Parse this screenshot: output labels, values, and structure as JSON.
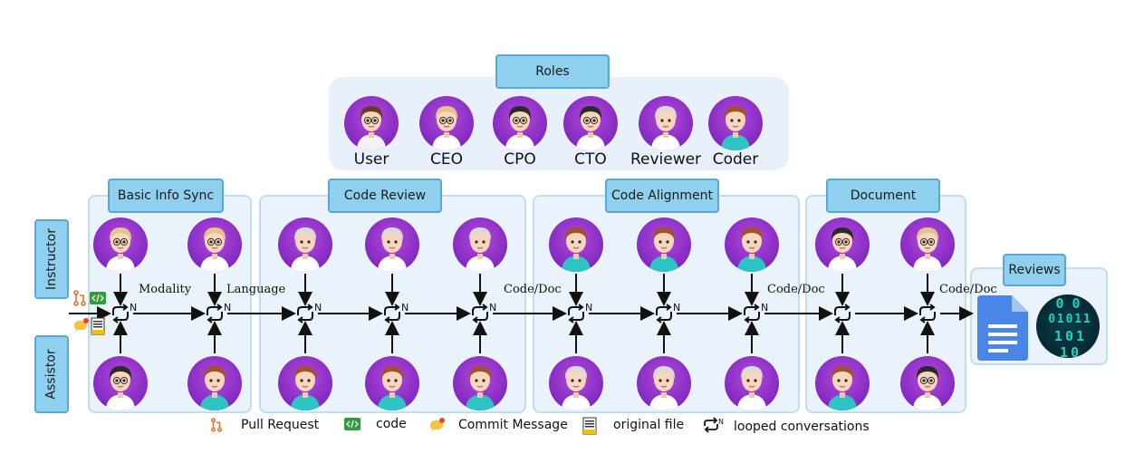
{
  "roles": {
    "title": "Roles",
    "items": [
      {
        "label": "User",
        "hair": "#6b3a22",
        "shirt": "#f2f2f2"
      },
      {
        "label": "CEO",
        "hair": "#e2c48a",
        "shirt": "#ffffff"
      },
      {
        "label": "CPO",
        "hair": "#2b2b2b",
        "shirt": "#ffffff"
      },
      {
        "label": "CTO",
        "hair": "#2b2b2b",
        "shirt": "#ffffff"
      },
      {
        "label": "Reviewer",
        "hair": "#d9d9d9",
        "shirt": "#ffffff"
      },
      {
        "label": "Coder",
        "hair": "#a0522d",
        "shirt": "#2ec4c4"
      }
    ]
  },
  "side_labels": {
    "instructor": "Instructor",
    "assistor": "Assistor"
  },
  "phases": [
    {
      "title": "Basic Info Sync"
    },
    {
      "title": "Code Review"
    },
    {
      "title": "Code Alignment"
    },
    {
      "title": "Document"
    },
    {
      "title": "Reviews"
    }
  ],
  "edge_labels": [
    "Modality",
    "Language",
    "Code/Doc",
    "Code/Doc",
    "Code/Doc"
  ],
  "loop_marker": "N",
  "legend": [
    {
      "icon": "pull-request-icon",
      "label": "Pull Request"
    },
    {
      "icon": "code-icon",
      "label": "code"
    },
    {
      "icon": "commit-message-icon",
      "label": "Commit Message"
    },
    {
      "icon": "original-file-icon",
      "label": "original file"
    },
    {
      "icon": "looped-conversation-icon",
      "label": "looped conversations"
    }
  ],
  "colors": {
    "tag_fill": "#8fd0ef",
    "tag_border": "#5aa6d6",
    "panel_fill": "#eaf2fb",
    "avatar_purple": "#8a2ec6",
    "doc_blue": "#4a86e8",
    "binary_teal": "#1fd1c0"
  },
  "binary_art": [
    "0 0",
    "0 1 0 1 1",
    "1 0 1",
    "1 0"
  ]
}
